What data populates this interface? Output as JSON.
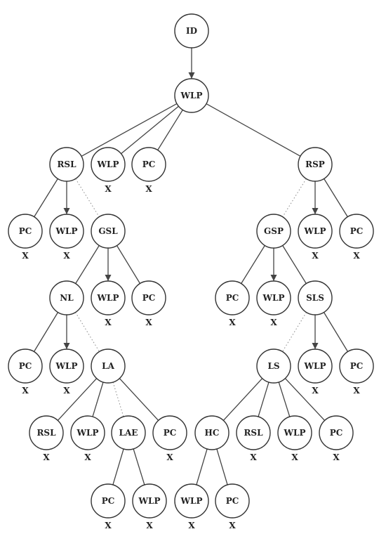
{
  "tree": {
    "nodes": [
      {
        "id": "n0",
        "label": "ID",
        "mark": ""
      },
      {
        "id": "n1",
        "label": "WLP",
        "mark": ""
      },
      {
        "id": "n2",
        "label": "RSL",
        "mark": ""
      },
      {
        "id": "n3",
        "label": "WLP",
        "mark": "X"
      },
      {
        "id": "n4",
        "label": "PC",
        "mark": "X"
      },
      {
        "id": "n5",
        "label": "RSP",
        "mark": ""
      },
      {
        "id": "n6",
        "label": "PC",
        "mark": "X"
      },
      {
        "id": "n7",
        "label": "WLP",
        "mark": "X"
      },
      {
        "id": "n8",
        "label": "GSL",
        "mark": ""
      },
      {
        "id": "n9",
        "label": "GSP",
        "mark": ""
      },
      {
        "id": "n10",
        "label": "WLP",
        "mark": "X"
      },
      {
        "id": "n11",
        "label": "PC",
        "mark": "X"
      },
      {
        "id": "n12",
        "label": "NL",
        "mark": ""
      },
      {
        "id": "n13",
        "label": "WLP",
        "mark": "X"
      },
      {
        "id": "n14",
        "label": "PC",
        "mark": "X"
      },
      {
        "id": "n15",
        "label": "PC",
        "mark": "X"
      },
      {
        "id": "n16",
        "label": "WLP",
        "mark": "X"
      },
      {
        "id": "n17",
        "label": "SLS",
        "mark": ""
      },
      {
        "id": "n18",
        "label": "PC",
        "mark": "X"
      },
      {
        "id": "n19",
        "label": "WLP",
        "mark": "X"
      },
      {
        "id": "n20",
        "label": "LA",
        "mark": ""
      },
      {
        "id": "n21",
        "label": "LS",
        "mark": ""
      },
      {
        "id": "n22",
        "label": "WLP",
        "mark": "X"
      },
      {
        "id": "n23",
        "label": "PC",
        "mark": "X"
      },
      {
        "id": "n24",
        "label": "RSL",
        "mark": "X"
      },
      {
        "id": "n25",
        "label": "WLP",
        "mark": "X"
      },
      {
        "id": "n26",
        "label": "LAE",
        "mark": ""
      },
      {
        "id": "n27",
        "label": "PC",
        "mark": "X"
      },
      {
        "id": "n28",
        "label": "HC",
        "mark": ""
      },
      {
        "id": "n29",
        "label": "RSL",
        "mark": "X"
      },
      {
        "id": "n30",
        "label": "WLP",
        "mark": "X"
      },
      {
        "id": "n31",
        "label": "PC",
        "mark": "X"
      },
      {
        "id": "n32",
        "label": "PC",
        "mark": "X"
      },
      {
        "id": "n33",
        "label": "WLP",
        "mark": "X"
      },
      {
        "id": "n34",
        "label": "WLP",
        "mark": "X"
      },
      {
        "id": "n35",
        "label": "PC",
        "mark": "X"
      }
    ],
    "edges": [
      {
        "from": "n0",
        "to": "n1",
        "style": "arrow"
      },
      {
        "from": "n1",
        "to": "n2",
        "style": "solid"
      },
      {
        "from": "n1",
        "to": "n3",
        "style": "solid"
      },
      {
        "from": "n1",
        "to": "n4",
        "style": "solid"
      },
      {
        "from": "n1",
        "to": "n5",
        "style": "solid"
      },
      {
        "from": "n2",
        "to": "n6",
        "style": "solid"
      },
      {
        "from": "n2",
        "to": "n7",
        "style": "arrow"
      },
      {
        "from": "n2",
        "to": "n8",
        "style": "dotted"
      },
      {
        "from": "n5",
        "to": "n9",
        "style": "dotted"
      },
      {
        "from": "n5",
        "to": "n10",
        "style": "arrow"
      },
      {
        "from": "n5",
        "to": "n11",
        "style": "solid"
      },
      {
        "from": "n8",
        "to": "n12",
        "style": "solid"
      },
      {
        "from": "n8",
        "to": "n13",
        "style": "arrow"
      },
      {
        "from": "n8",
        "to": "n14",
        "style": "solid"
      },
      {
        "from": "n9",
        "to": "n15",
        "style": "solid"
      },
      {
        "from": "n9",
        "to": "n16",
        "style": "arrow"
      },
      {
        "from": "n9",
        "to": "n17",
        "style": "solid"
      },
      {
        "from": "n12",
        "to": "n18",
        "style": "solid"
      },
      {
        "from": "n12",
        "to": "n19",
        "style": "arrow"
      },
      {
        "from": "n12",
        "to": "n20",
        "style": "dotted"
      },
      {
        "from": "n17",
        "to": "n21",
        "style": "dotted"
      },
      {
        "from": "n17",
        "to": "n22",
        "style": "arrow"
      },
      {
        "from": "n17",
        "to": "n23",
        "style": "solid"
      },
      {
        "from": "n20",
        "to": "n24",
        "style": "solid"
      },
      {
        "from": "n20",
        "to": "n25",
        "style": "solid"
      },
      {
        "from": "n20",
        "to": "n26",
        "style": "dotted"
      },
      {
        "from": "n20",
        "to": "n27",
        "style": "solid"
      },
      {
        "from": "n21",
        "to": "n28",
        "style": "solid"
      },
      {
        "from": "n21",
        "to": "n29",
        "style": "solid"
      },
      {
        "from": "n21",
        "to": "n30",
        "style": "solid"
      },
      {
        "from": "n21",
        "to": "n31",
        "style": "solid"
      },
      {
        "from": "n26",
        "to": "n32",
        "style": "solid"
      },
      {
        "from": "n26",
        "to": "n33",
        "style": "solid"
      },
      {
        "from": "n28",
        "to": "n34",
        "style": "solid"
      },
      {
        "from": "n28",
        "to": "n35",
        "style": "solid"
      }
    ]
  }
}
